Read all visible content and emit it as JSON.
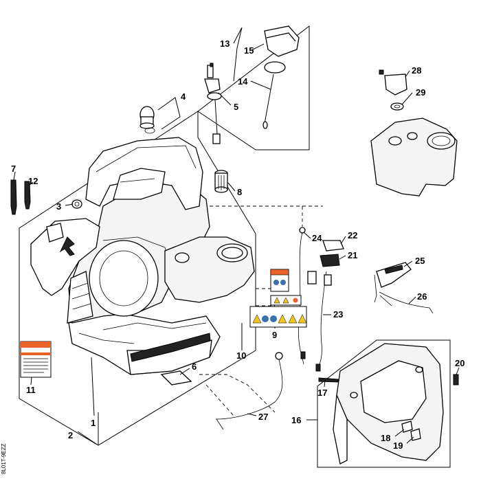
{
  "diagram": {
    "labels": [
      {
        "id": "1",
        "text": "1"
      },
      {
        "id": "2",
        "text": "2"
      },
      {
        "id": "3",
        "text": "3"
      },
      {
        "id": "4",
        "text": "4"
      },
      {
        "id": "5",
        "text": "5"
      },
      {
        "id": "6",
        "text": "6"
      },
      {
        "id": "7",
        "text": "7"
      },
      {
        "id": "8",
        "text": "8"
      },
      {
        "id": "9",
        "text": "9"
      },
      {
        "id": "10",
        "text": "10"
      },
      {
        "id": "11",
        "text": "11"
      },
      {
        "id": "12",
        "text": "12"
      },
      {
        "id": "13",
        "text": "13"
      },
      {
        "id": "14",
        "text": "14"
      },
      {
        "id": "15",
        "text": "15"
      },
      {
        "id": "16",
        "text": "16"
      },
      {
        "id": "17",
        "text": "17"
      },
      {
        "id": "18",
        "text": "18"
      },
      {
        "id": "19",
        "text": "19"
      },
      {
        "id": "20",
        "text": "20"
      },
      {
        "id": "21",
        "text": "21"
      },
      {
        "id": "22",
        "text": "22"
      },
      {
        "id": "23",
        "text": "23"
      },
      {
        "id": "24",
        "text": "24"
      },
      {
        "id": "25",
        "text": "25"
      },
      {
        "id": "26",
        "text": "26"
      },
      {
        "id": "27",
        "text": "27"
      },
      {
        "id": "28",
        "text": "28"
      },
      {
        "id": "29",
        "text": "29"
      }
    ],
    "drawing_code": "8L01T-9EZZ",
    "colors": {
      "line": "#000000",
      "warning_orange": "#e8622a",
      "label_blue": "#3a6fb0",
      "label_yellow": "#f2c521"
    }
  }
}
